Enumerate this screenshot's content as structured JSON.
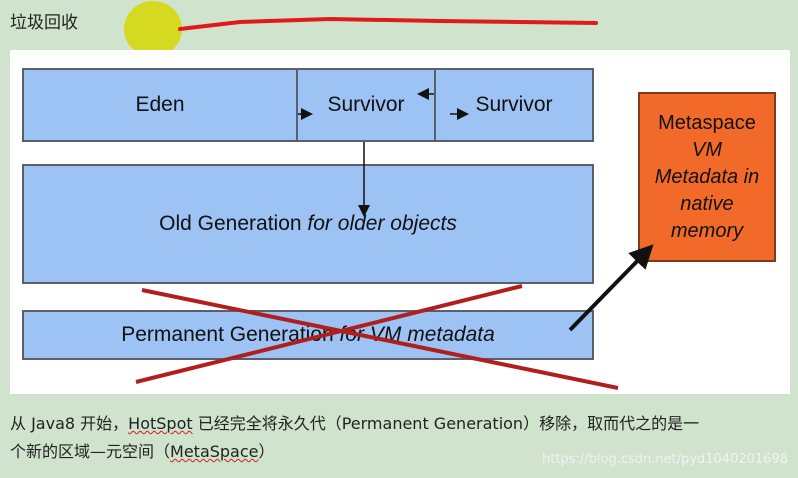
{
  "header": {
    "title": "垃圾回收"
  },
  "diagram": {
    "eden": "Eden",
    "survivor_1": "Survivor",
    "survivor_2": "Survivor",
    "old_gen": {
      "name": "Old Generation",
      "qualifier": "for older objects"
    },
    "perm_gen": {
      "name": "Permanent Generation",
      "qualifier": "for VM metadata"
    },
    "metaspace": {
      "line1": "Metaspace",
      "line2": "VM",
      "line3": "Metadata in",
      "line4": "native",
      "line5": "memory"
    }
  },
  "caption": {
    "line1_a": "从 Java8 开始，",
    "line1_b": "HotSpot",
    "line1_c": " 已经完全将永久代（Permanent Generation）移除，取而代之的是一",
    "line2_a": "个新的区域—元空间（",
    "line2_b": "MetaSpace",
    "line2_c": "）"
  },
  "watermark": "https://blog.csdn.net/pyd1040201698",
  "colors": {
    "generation_fill": "#9dc3f5",
    "metaspace_fill": "#f26a2a",
    "cross_out": "#b01e1e",
    "background": "#cfe3cd"
  }
}
